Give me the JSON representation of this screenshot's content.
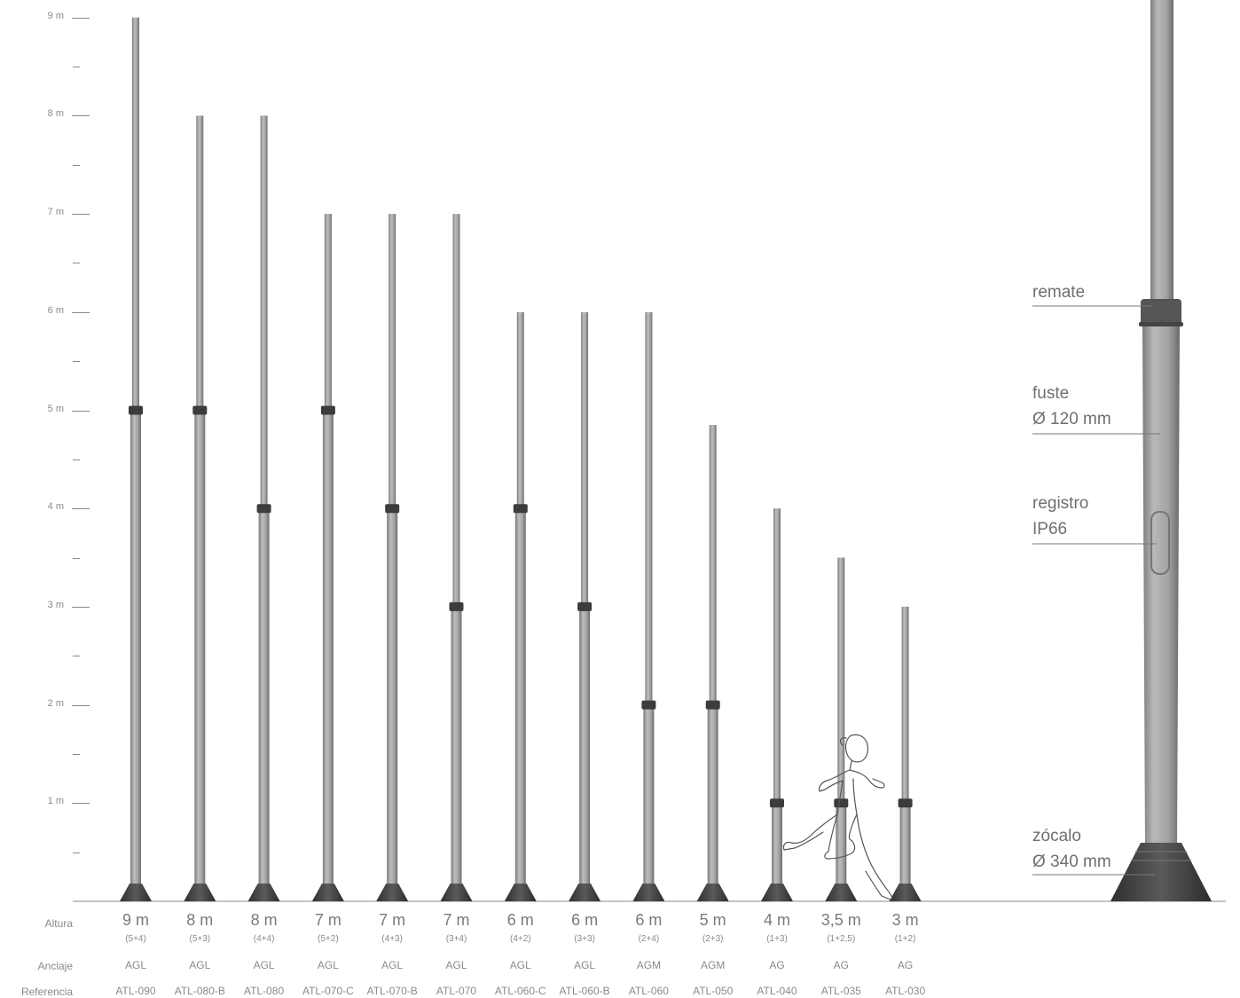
{
  "axis": {
    "ticks": [
      {
        "label": "9 m",
        "value": 9
      },
      {
        "label": "8 m",
        "value": 8
      },
      {
        "label": "7 m",
        "value": 7
      },
      {
        "label": "6 m",
        "value": 6
      },
      {
        "label": "5 m",
        "value": 5
      },
      {
        "label": "4 m",
        "value": 4
      },
      {
        "label": "3 m",
        "value": 3
      },
      {
        "label": "2 m",
        "value": 2
      },
      {
        "label": "1 m",
        "value": 1
      }
    ],
    "minor_values": [
      8.5,
      7.5,
      6.5,
      5.5,
      4.5,
      3.5,
      2.5,
      1.5,
      0.5
    ]
  },
  "row_labels": {
    "height": "Altura",
    "anchor": "Anclaje",
    "reference": "Referencia"
  },
  "poles": [
    {
      "height_label": "9 m",
      "combo": "(5+4)",
      "anchor": "AGL",
      "reference": "ATL-090",
      "height": 9,
      "joint": 5
    },
    {
      "height_label": "8 m",
      "combo": "(5+3)",
      "anchor": "AGL",
      "reference": "ATL-080-B",
      "height": 8,
      "joint": 5
    },
    {
      "height_label": "8 m",
      "combo": "(4+4)",
      "anchor": "AGL",
      "reference": "ATL-080",
      "height": 8,
      "joint": 4
    },
    {
      "height_label": "7 m",
      "combo": "(5+2)",
      "anchor": "AGL",
      "reference": "ATL-070-C",
      "height": 7,
      "joint": 5
    },
    {
      "height_label": "7 m",
      "combo": "(4+3)",
      "anchor": "AGL",
      "reference": "ATL-070-B",
      "height": 7,
      "joint": 4
    },
    {
      "height_label": "7 m",
      "combo": "(3+4)",
      "anchor": "AGL",
      "reference": "ATL-070",
      "height": 7,
      "joint": 3
    },
    {
      "height_label": "6 m",
      "combo": "(4+2)",
      "anchor": "AGL",
      "reference": "ATL-060-C",
      "height": 6,
      "joint": 4
    },
    {
      "height_label": "6 m",
      "combo": "(3+3)",
      "anchor": "AGL",
      "reference": "ATL-060-B",
      "height": 6,
      "joint": 3
    },
    {
      "height_label": "6 m",
      "combo": "(2+4)",
      "anchor": "AGM",
      "reference": "ATL-060",
      "height": 6,
      "joint": 2
    },
    {
      "height_label": "5 m",
      "combo": "(2+3)",
      "anchor": "AGM",
      "reference": "ATL-050",
      "height": 4.85,
      "joint": 2
    },
    {
      "height_label": "4 m",
      "combo": "(1+3)",
      "anchor": "AG",
      "reference": "ATL-040",
      "height": 4,
      "joint": 1
    },
    {
      "height_label": "3,5 m",
      "combo": "(1+2,5)",
      "anchor": "AG",
      "reference": "ATL-035",
      "height": 3.5,
      "joint": 1
    },
    {
      "height_label": "3 m",
      "combo": "(1+2)",
      "anchor": "AG",
      "reference": "ATL-030",
      "height": 3,
      "joint": 1
    }
  ],
  "callouts": {
    "remate": "remate",
    "fuste": "fuste",
    "fuste_dim": "Ø 120 mm",
    "registro": "registro",
    "registro_ip": "IP66",
    "zocalo": "zócalo",
    "zocalo_dim": "Ø 340 mm"
  },
  "colors": {
    "pole": "#9a9a9a",
    "pole_dark": "#5e5e5e",
    "joint": "#3c3c3c",
    "text": "#8a8a8a"
  },
  "figure_icon": "running-woman-icon"
}
